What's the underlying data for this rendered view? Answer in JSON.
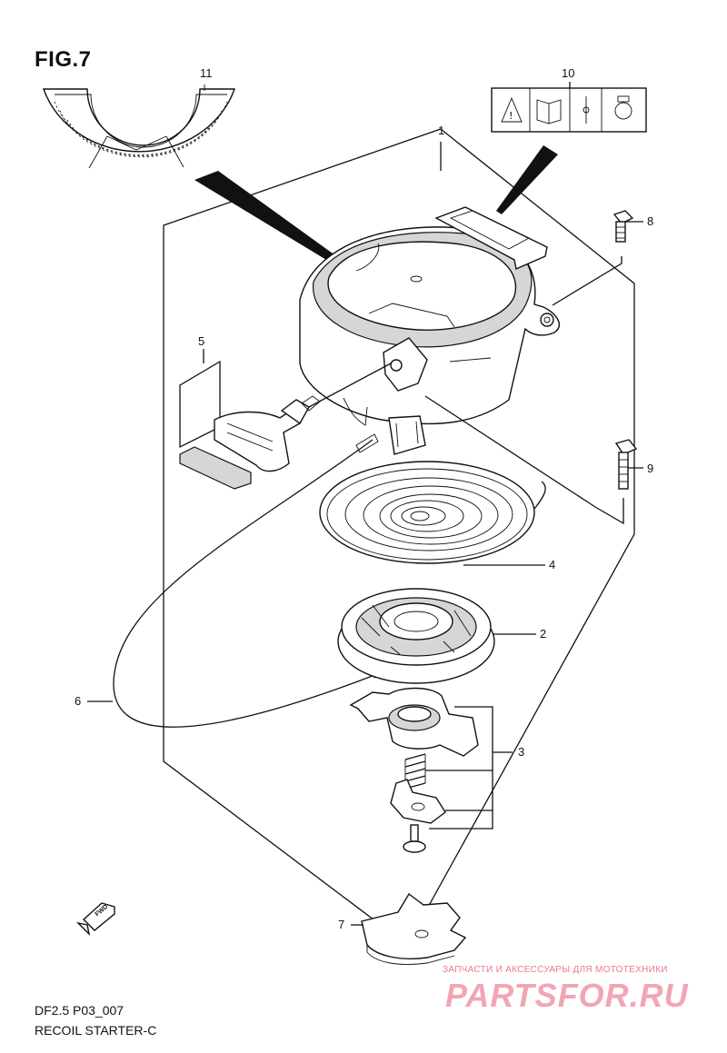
{
  "figure": {
    "title": "FIG.7",
    "code": "DF2.5 P03_007",
    "name": "RECOIL STARTER-C"
  },
  "callouts": [
    {
      "id": "c1",
      "label": "1"
    },
    {
      "id": "c2",
      "label": "2"
    },
    {
      "id": "c3",
      "label": "3"
    },
    {
      "id": "c4",
      "label": "4"
    },
    {
      "id": "c5",
      "label": "5"
    },
    {
      "id": "c6",
      "label": "6"
    },
    {
      "id": "c7",
      "label": "7"
    },
    {
      "id": "c8",
      "label": "8"
    },
    {
      "id": "c9",
      "label": "9"
    },
    {
      "id": "c10",
      "label": "10"
    },
    {
      "id": "c11",
      "label": "11"
    }
  ],
  "direction_badge": "FWD",
  "watermark": {
    "tagline": "ЗАПЧАСТИ И АКСЕССУАРЫ ДЛЯ МОТОТЕХНИКИ",
    "logo": "PARTSFOR.RU",
    "color": "#e97a8a"
  }
}
